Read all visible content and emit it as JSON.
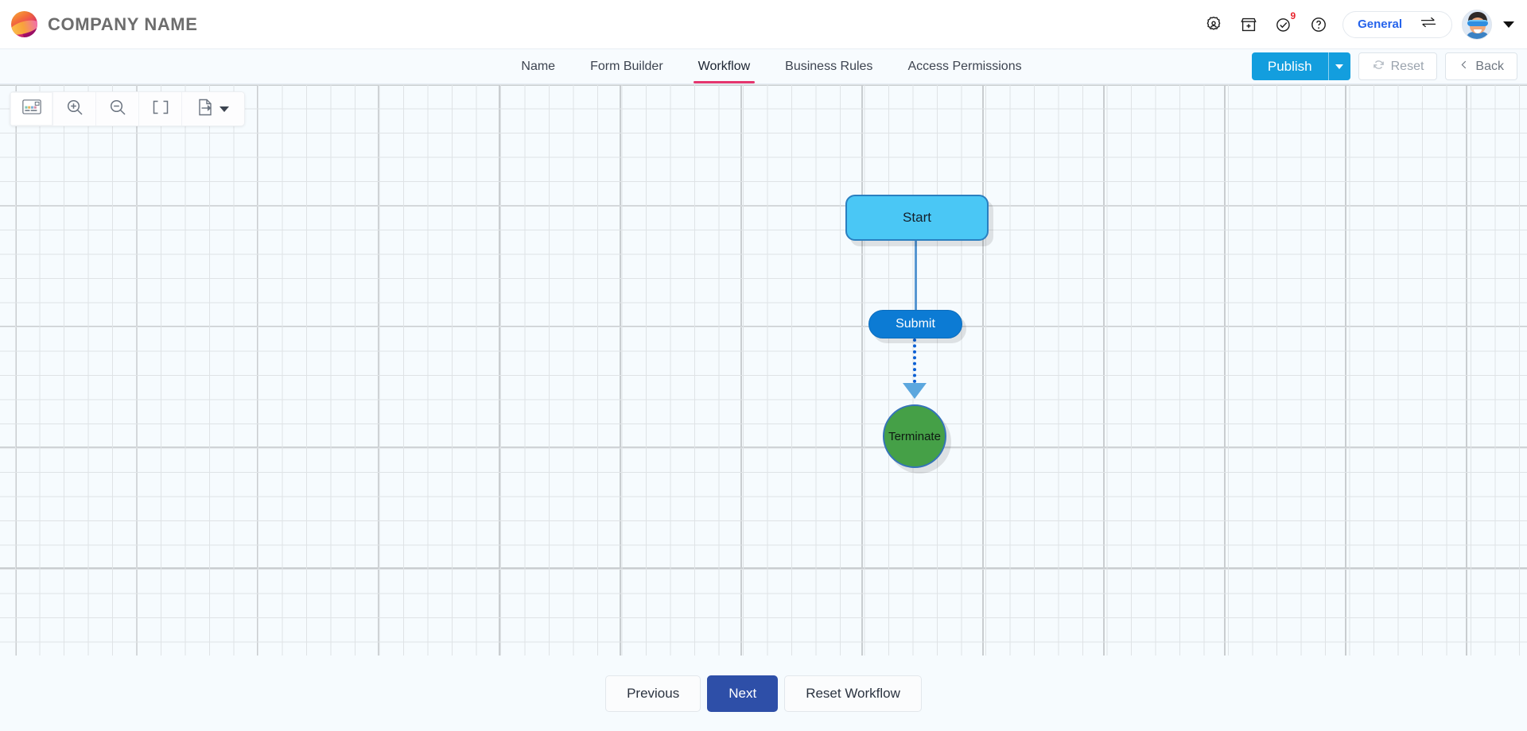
{
  "header": {
    "brand_name": "COMPANY NAME",
    "logo_icon": "company-sphere-logo",
    "icons": [
      {
        "name": "user-settings-icon",
        "glyph": "gear-person"
      },
      {
        "name": "marketplace-add-icon",
        "glyph": "store-plus"
      },
      {
        "name": "approvals-check-icon",
        "glyph": "check-circle",
        "badge": "9"
      },
      {
        "name": "help-icon",
        "glyph": "question-circle"
      }
    ],
    "workspace": {
      "label": "General",
      "switch_icon": "swap-arrows-icon"
    },
    "avatar_name": "user-avatar",
    "profile_caret": "chevron-down-icon"
  },
  "tabbar": {
    "tabs": [
      {
        "label": "Name",
        "active": false
      },
      {
        "label": "Form Builder",
        "active": false
      },
      {
        "label": "Workflow",
        "active": true
      },
      {
        "label": "Business Rules",
        "active": false
      },
      {
        "label": "Access Permissions",
        "active": false
      }
    ],
    "actions": {
      "publish_label": "Publish",
      "publish_caret_icon": "chevron-down-icon",
      "reset_label": "Reset",
      "reset_icon": "refresh-icon",
      "reset_disabled": true,
      "back_label": "Back",
      "back_icon": "chevron-left-icon"
    },
    "active_underline_color": "#e5356e"
  },
  "canvas": {
    "toolbar": [
      {
        "name": "minimap-toggle-button",
        "icon": "minimap-icon",
        "selected": true
      },
      {
        "name": "zoom-in-button",
        "icon": "zoom-in-icon",
        "selected": false
      },
      {
        "name": "zoom-out-button",
        "icon": "zoom-out-icon",
        "selected": false
      },
      {
        "name": "fit-to-screen-button",
        "icon": "fit-screen-icon",
        "selected": false
      },
      {
        "name": "export-button",
        "icon": "export-document-icon",
        "selected": false
      }
    ],
    "background_color": "#f6fbfe",
    "nodes": [
      {
        "id": "start",
        "label": "Start",
        "shape": "rounded-rect",
        "fill": "#4ac7f5",
        "stroke": "#2a7fc0"
      },
      {
        "id": "submit",
        "label": "Submit",
        "shape": "pill",
        "fill": "#0c7bd4",
        "stroke": "#0c6cbb"
      },
      {
        "id": "terminate",
        "label": "Terminate",
        "shape": "circle",
        "fill": "#45a047",
        "stroke": "#3573b9"
      }
    ],
    "edges": [
      {
        "from": "start",
        "to": "submit",
        "style": "solid",
        "color": "#5796d1"
      },
      {
        "from": "submit",
        "to": "terminate",
        "style": "dotted",
        "color": "#0a5fd4",
        "arrow": true
      }
    ]
  },
  "footer": {
    "buttons": [
      {
        "label": "Previous",
        "primary": false
      },
      {
        "label": "Next",
        "primary": true
      },
      {
        "label": "Reset Workflow",
        "primary": false
      }
    ]
  }
}
